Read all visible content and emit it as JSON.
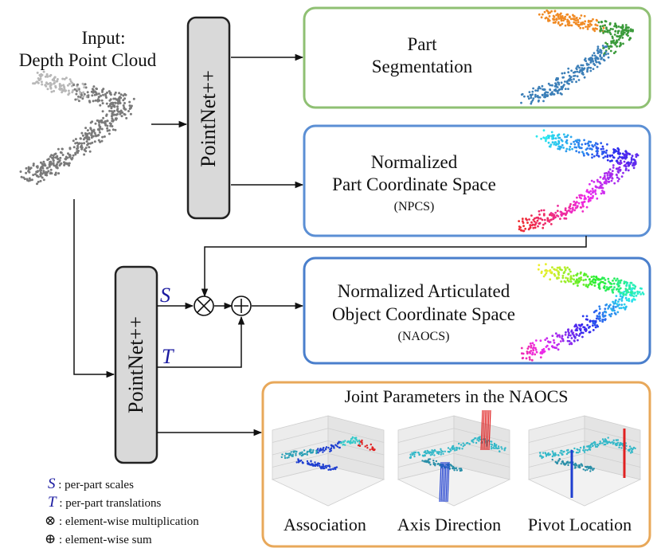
{
  "input": {
    "line1": "Input:",
    "line2": "Depth Point Cloud"
  },
  "encoder_top": {
    "label": "PointNet++"
  },
  "encoder_bottom": {
    "label": "PointNet++"
  },
  "outputs": {
    "segmentation": {
      "line1": "Part",
      "line2": "Segmentation",
      "border_color": "#8fc073"
    },
    "npcs": {
      "line1": "Normalized",
      "line2": "Part Coordinate Space",
      "abbr": "(NPCS)",
      "border_color": "#5b8fd4"
    },
    "naocs": {
      "line1": "Normalized Articulated",
      "line2": "Object Coordinate Space",
      "abbr": "(NAOCS)",
      "border_color": "#4a7fcc"
    },
    "joint": {
      "title": "Joint Parameters in the NAOCS",
      "border_color": "#e8a85a",
      "panels": [
        "Association",
        "Axis Direction",
        "Pivot Location"
      ]
    }
  },
  "operators": {
    "scale_label": "S",
    "translation_label": "T",
    "multiply_symbol": "⊗",
    "sum_symbol": "⊕"
  },
  "legend": [
    {
      "symbol": "S",
      "text": ": per-part scales"
    },
    {
      "symbol": "T",
      "text": ": per-part translations"
    },
    {
      "symbol": "⊗",
      "text": ": element-wise multiplication"
    },
    {
      "symbol": "⊕",
      "text": ": element-wise sum"
    }
  ]
}
